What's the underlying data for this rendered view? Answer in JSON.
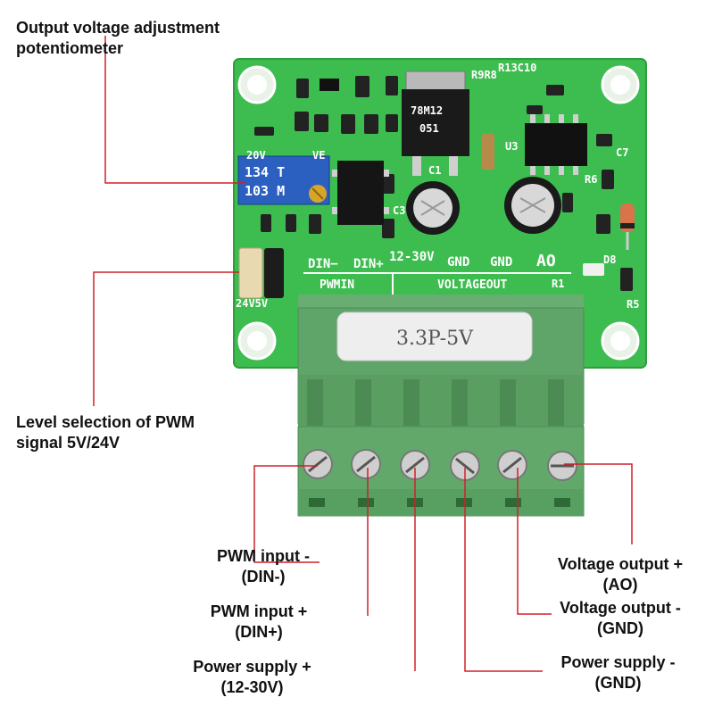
{
  "callouts": {
    "pot": {
      "line1": "Output voltage adjustment",
      "line2": "potentiometer"
    },
    "level": {
      "line1": "Level selection of PWM",
      "line2": "signal 5V/24V"
    },
    "din_minus": {
      "line1": "PWM input -",
      "line2": "(DIN-)"
    },
    "din_plus": {
      "line1": "PWM input +",
      "line2": "(DIN+)"
    },
    "vin": {
      "line1": "Power supply +",
      "line2": "(12-30V)"
    },
    "ao": {
      "line1": "Voltage output +",
      "line2": "(AO)"
    },
    "gnd_out": {
      "line1": "Voltage output -",
      "line2": "(GND)"
    },
    "gnd_in": {
      "line1": "Power supply -",
      "line2": "(GND)"
    }
  },
  "board": {
    "terminal_sticker": "3.3P-5V",
    "pin_din_minus": "DIN−",
    "pin_din_plus": "DIN+",
    "pin_vin": "12-30V",
    "pin_gnd1": "GND",
    "pin_gnd2": "GND",
    "pin_ao": "AO",
    "section_pwmin": "PWMIN",
    "section_voltageout": "VOLTAGEOUT",
    "pot_top": "134  T",
    "pot_bottom": "103  M",
    "jumper_label": "24V5V",
    "regulator": "78M12",
    "reg_code": "051",
    "c1": "C1",
    "c3": "C3",
    "r1": "R1",
    "r5": "R5",
    "r6": "R6",
    "c7": "C7",
    "d8": "D8",
    "u3": "U3",
    "r13c10": "R13C10",
    "r9r8": "R9R8",
    "vout_top": "20V",
    "ve_top": "VE"
  },
  "colors": {
    "pcb": "#3fbf4f",
    "terminal": "#5a9e62",
    "callout_line": "#d0202a"
  }
}
